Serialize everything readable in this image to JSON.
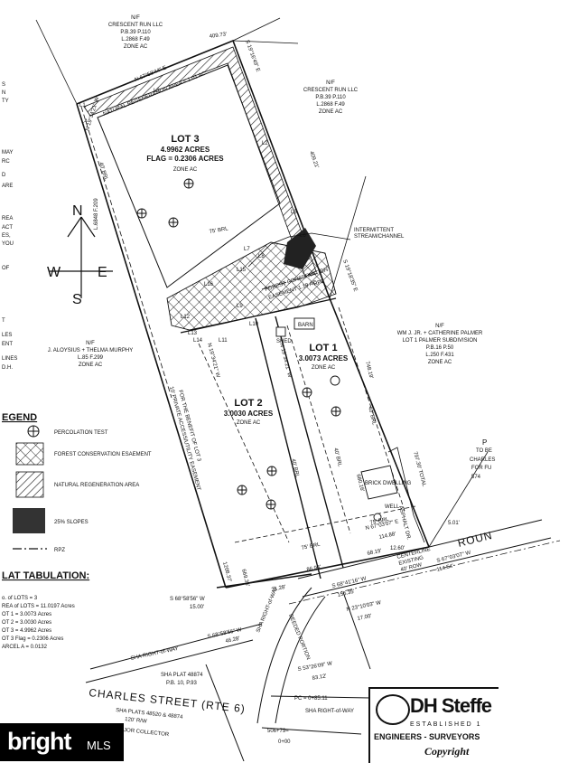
{
  "parcels": {
    "top": [
      "N/F",
      "CRESCENT RUN LLC",
      "P.B.39 P.110",
      "L.2868 F.49",
      "ZONE AC"
    ],
    "right_upper": [
      "N/F",
      "CRESCENT RUN LLC",
      "P.B.39 P.110",
      "L.2868 F.49",
      "ZONE AC"
    ],
    "right_lower": [
      "N/F",
      "WM J. JR. + CATHERINE PALMER",
      "LOT 1 PALMER SUBDIVISION",
      "P.B.16 P.50",
      "L.250 F.431",
      "ZONE AC"
    ],
    "left": [
      "N/F",
      "J. ALOYSIUS + THELMA MURPHY",
      "L.85 F.299",
      "ZONE AC"
    ]
  },
  "lots": {
    "lot3": {
      "name": "LOT 3",
      "acres": "4.9962 ACRES",
      "flag": "FLAG = 0.2306 ACRES",
      "zone": "ZONE AC"
    },
    "lot1": {
      "name": "LOT 1",
      "acres": "3.0073 ACRES",
      "zone": "ZONE AC"
    },
    "lot2": {
      "name": "LOT 2",
      "acres": "3.0030 ACRES",
      "zone": "ZONE AC"
    }
  },
  "bearings": {
    "top": "N 67°58'44\" E",
    "top_dist": "409.73'",
    "right_top": "S 19°16'49\" E",
    "right_mid": "409.21'",
    "right_low": "S 19°18'35\" E",
    "left": "N 19°34'21\" W",
    "lot1_right": "748.19'",
    "lot1_left": "N 19°34'21\" W",
    "lot2_left": "N 19°34'21\" W",
    "total": "797.30' TOTAL",
    "n67": "N 67°03'07\" E",
    "n67_dist": "114.88'",
    "s67": "S 67°03'07\" W",
    "s67_dist": "114.54'",
    "s68a": "S 68°41'16\" W",
    "s68a_dist": "155.35'",
    "s68b": "S 68°58'56\" W",
    "s68b_dist": "15.00'",
    "s68c": "S 68°58'56\" W",
    "s68c_dist": "46.28'",
    "n23": "N 23°10'03\" W",
    "n23_dist": "17.00'",
    "s53": "S 53°26'09\" W",
    "s53_dist": "83.12'",
    "d68_dist": "68.19'",
    "d12": "12.60'",
    "d86": "86.96'",
    "d31": "31.28'",
    "d1208": "1208.37'",
    "d680": "680.16'",
    "d669": "669.35'",
    "d5": "5.01'"
  },
  "labels": {
    "brl40": "40' BRL",
    "brl75": "75' BRL",
    "nat_regen": "NATURAL REGENERATION AREA = 1.01 AC",
    "forest_easement": [
      "FOREST CONSERVATION",
      "EASEMENT 1.19 AC"
    ],
    "stream": [
      "INTERMITTENT",
      "STREAM/CHANNEL"
    ],
    "barn": "BARN",
    "shed": "SHED",
    "brick": "BRICK DWELLING",
    "well": "WELL",
    "asphalt": "ASPHALT DR.",
    "private_easement": [
      "10' PRIVATE ACCESS/UTILITY EASEMENT",
      "FOR THE BENEFIT OF LOT 3"
    ],
    "sha_row": "SHA RIGHT-of-WAY",
    "sha_plat": [
      "SHA PLAT 48874",
      "P.B. 10, P.93"
    ],
    "deeded": "DEEDED PORTION",
    "centerline": [
      "CENTERLINE",
      "EXISTING",
      "40' ROW"
    ],
    "pc": "PC = 0+85.11",
    "station": [
      "506+79=",
      "0+00"
    ],
    "rpz": "RPZ",
    "l6848": "L.6848 F.209",
    "to_be": [
      "TO BE",
      "CHARLES",
      "FOR FU",
      "574"
    ],
    "p_letter": "P",
    "round": "ROUN",
    "l_labels": [
      "L1",
      "L2",
      "L3",
      "L4",
      "L5",
      "L6",
      "L7",
      "L8",
      "L9",
      "L10",
      "L11",
      "L12",
      "L13",
      "L14",
      "L15",
      "L16"
    ]
  },
  "road": {
    "name": "CHARLES STREET (RTE 6)",
    "details": [
      "SHA PLATS 48520 & 48874",
      "120' R/W",
      "MAJOR COLLECTOR"
    ]
  },
  "compass": {
    "n": "N",
    "s": "S",
    "e": "E",
    "w": "W"
  },
  "left_cutoff": [
    "S",
    "N",
    "TY",
    "MAY",
    "RC",
    "D",
    "ARE",
    "REA",
    "ACT",
    "ES,",
    "YOU",
    "OF",
    "T",
    "LES",
    "ENT",
    "LINES",
    "D.H."
  ],
  "legend": {
    "title": "EGEND",
    "items": [
      "PERCOLATION TEST",
      "FOREST CONSERVATION ESAEMENT",
      "NATURAL REGENERATION AREA",
      "25% SLOPES",
      "RPZ"
    ]
  },
  "tabulation": {
    "title": "LAT TABULATION:",
    "rows": [
      "o. of LOTS  =  3",
      "REA of LOTS = 11.0197 Acres",
      "OT 1  = 3.0073 Acres",
      "OT 2  = 3.0030 Acres",
      "OT 3  = 4.9962 Acres",
      "OT 3 Flag = 0.2306 Acres",
      "ARCEL A  = 0.0132"
    ]
  },
  "firm": {
    "name": "DH Steffe",
    "est": "ESTABLISHED 1",
    "line": "ENGINEERS - SURVEYORS",
    "copy": "Copyright"
  },
  "watermark": {
    "brand": "bright",
    "mls": "MLS"
  }
}
